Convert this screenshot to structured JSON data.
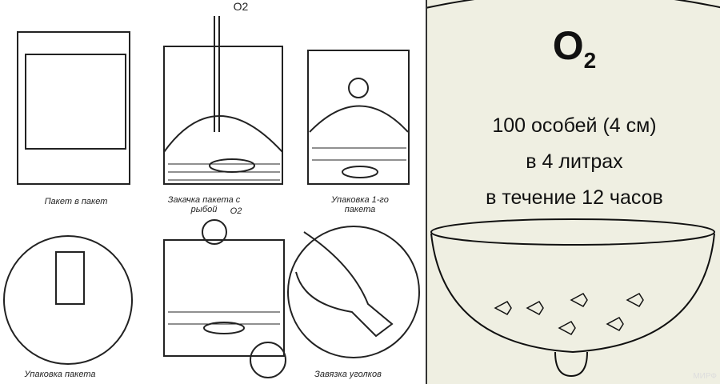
{
  "left_panel": {
    "captions": [
      "Пакет в пакет",
      "Закачка пакета с рыбой",
      "O2",
      "Упаковка 1-го пакета",
      "Упаковка пакета",
      "Завязка уголков"
    ],
    "o2_label": "O2"
  },
  "right_panel": {
    "title": "O",
    "title_sub": "2",
    "lines": [
      "100 особей (4 см)",
      "в 4 литрах",
      "в течение 12 часов"
    ],
    "watermark": "МИРФ"
  }
}
